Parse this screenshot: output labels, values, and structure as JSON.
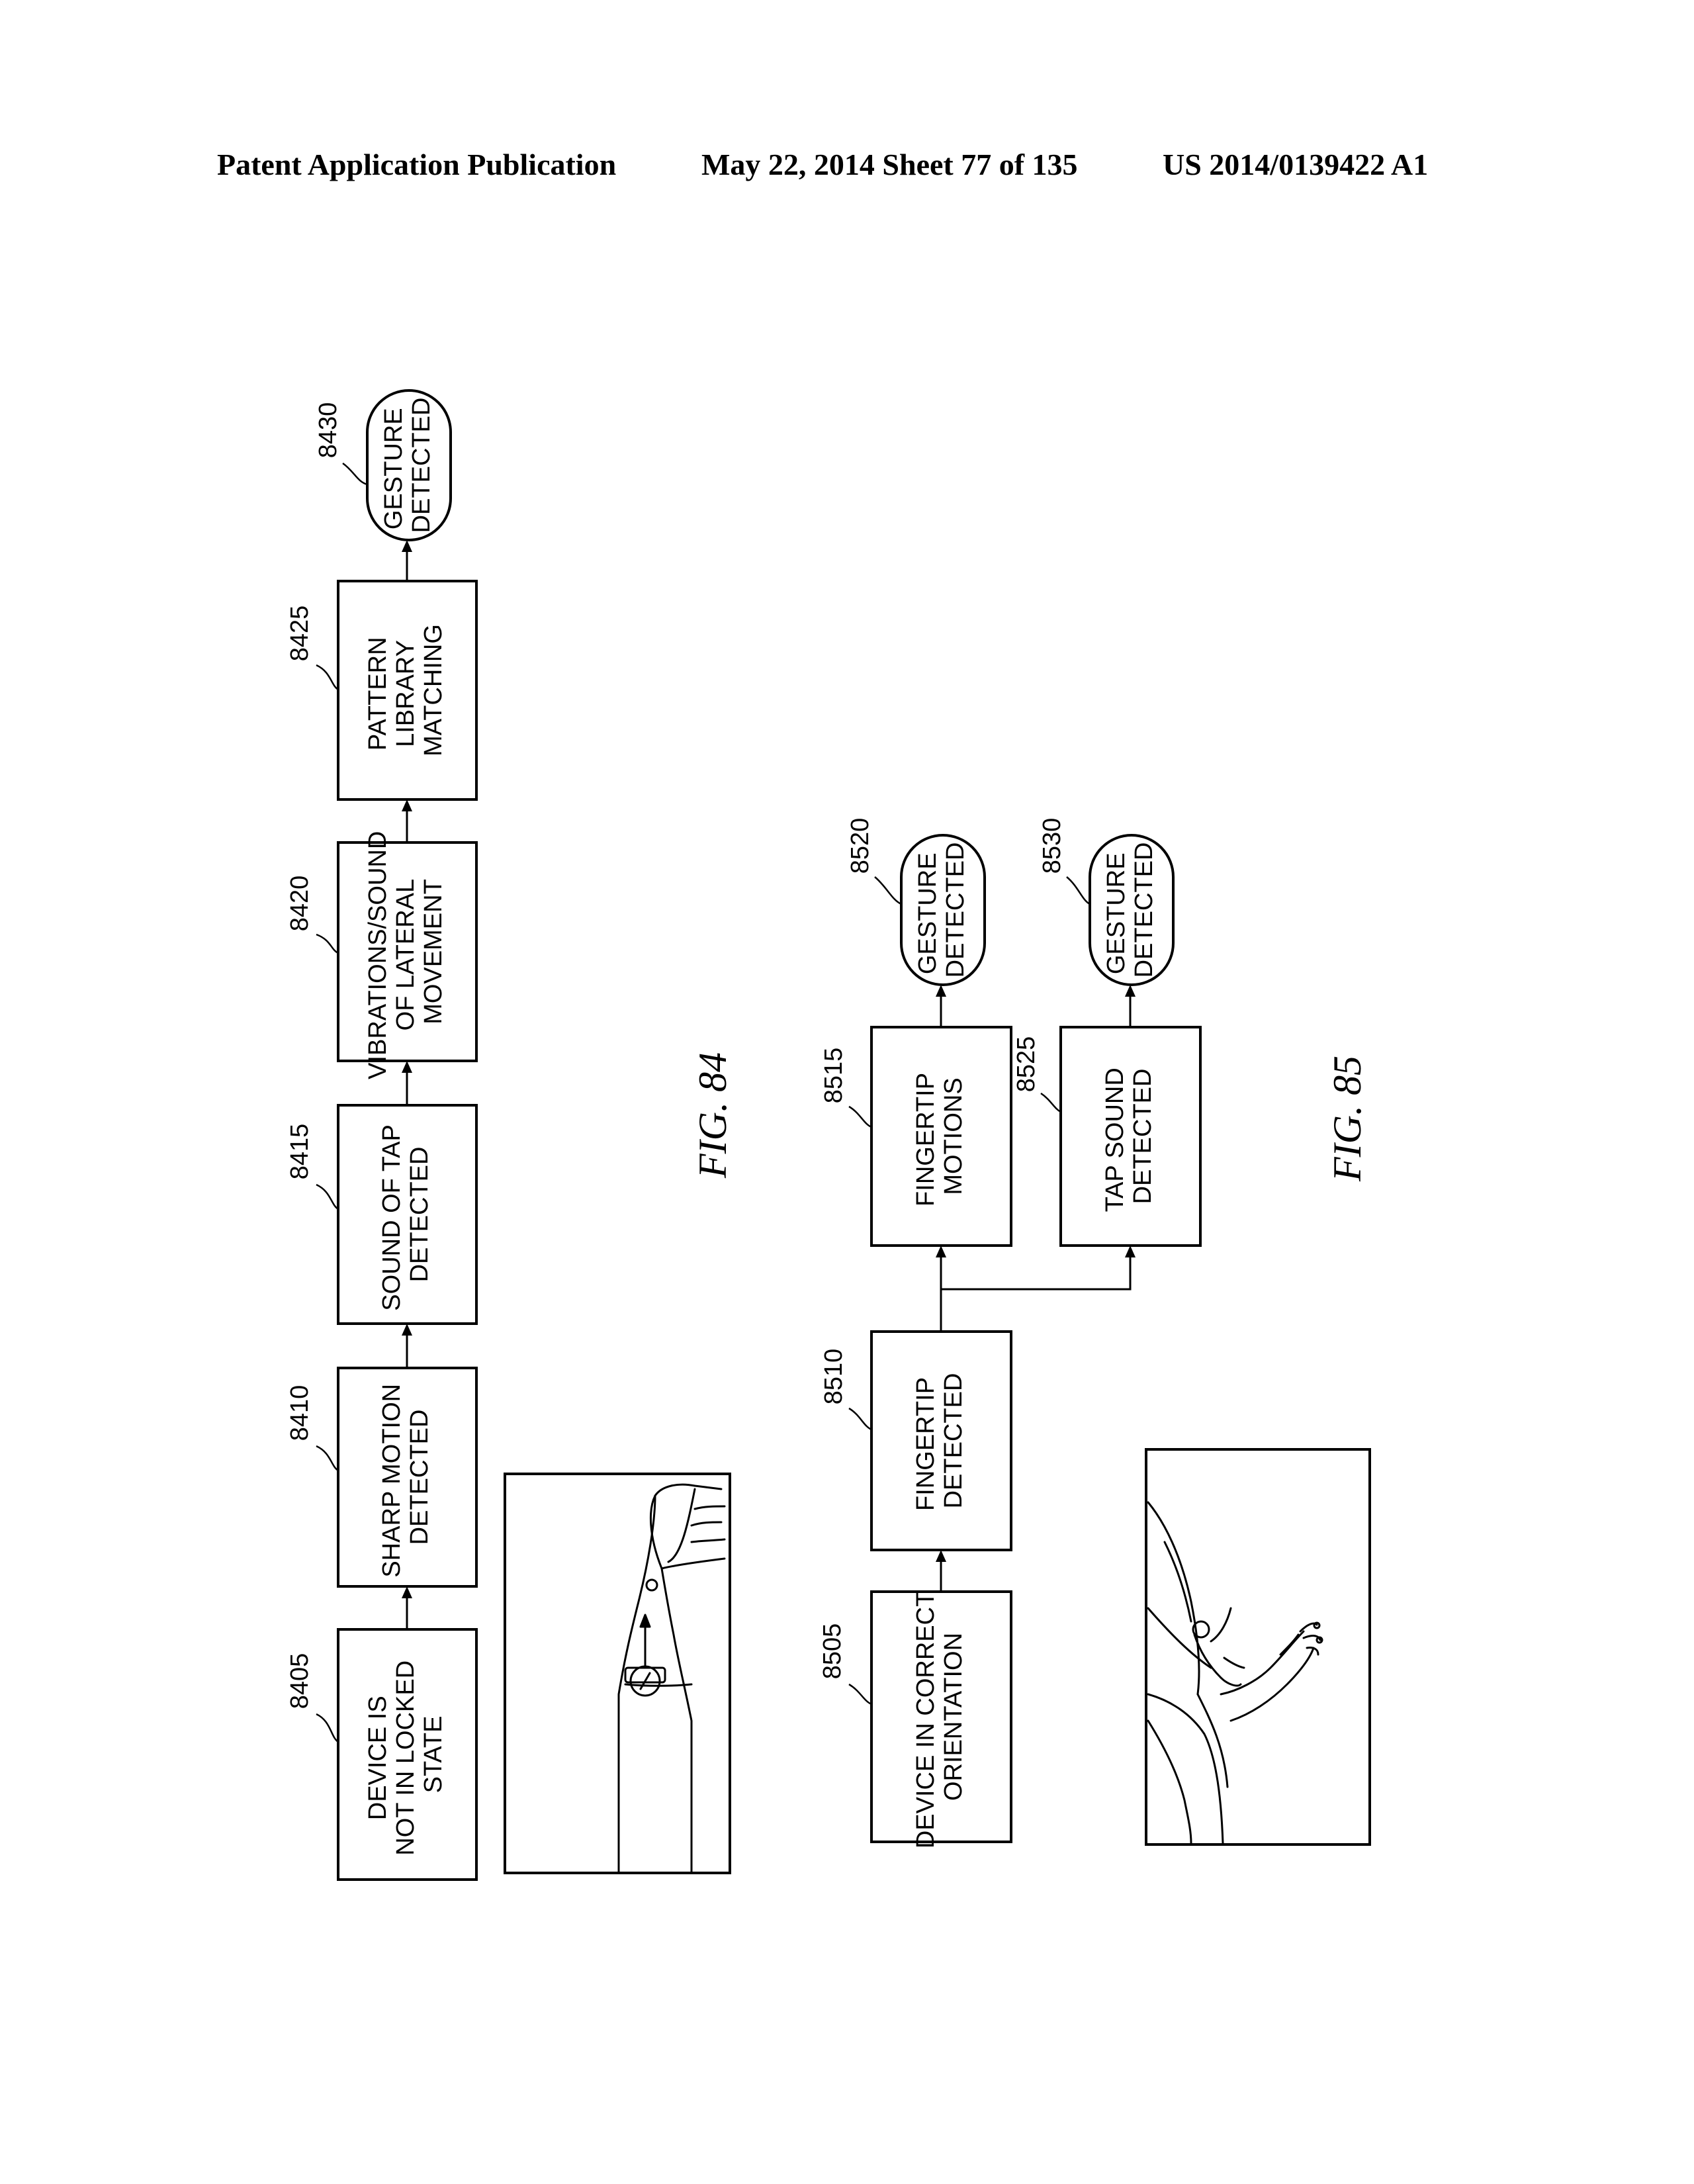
{
  "header": {
    "left": "Patent Application Publication",
    "date_sheet": "May 22, 2014  Sheet 77 of 135",
    "pub_number": "US 2014/0139422 A1"
  },
  "fig84": {
    "caption": "FIG.  84",
    "steps": [
      {
        "ref": "8405",
        "lines": [
          "DEVICE IS",
          "NOT IN LOCKED",
          "STATE"
        ]
      },
      {
        "ref": "8410",
        "lines": [
          "SHARP MOTION",
          "DETECTED"
        ]
      },
      {
        "ref": "8415",
        "lines": [
          "SOUND OF TAP",
          "DETECTED"
        ]
      },
      {
        "ref": "8420",
        "lines": [
          "VIBRATIONS/SOUND",
          "OF LATERAL",
          "MOVEMENT"
        ]
      },
      {
        "ref": "8425",
        "lines": [
          "PATTERN",
          "LIBRARY",
          "MATCHING"
        ]
      }
    ],
    "terminal": {
      "ref": "8430",
      "lines": [
        "GESTURE",
        "DETECTED"
      ]
    }
  },
  "fig85": {
    "caption": "FIG.  85",
    "steps": [
      {
        "ref": "8505",
        "lines": [
          "DEVICE IN CORRECT",
          "ORIENTATION"
        ]
      },
      {
        "ref": "8510",
        "lines": [
          "FINGERTIP",
          "DETECTED"
        ]
      },
      {
        "ref": "8515",
        "lines": [
          "FINGERTIP",
          "MOTIONS"
        ]
      },
      {
        "ref": "8525",
        "lines": [
          "TAP SOUND",
          "DETECTED"
        ]
      }
    ],
    "terminals": [
      {
        "ref": "8520",
        "lines": [
          "GESTURE",
          "DETECTED"
        ]
      },
      {
        "ref": "8530",
        "lines": [
          "GESTURE",
          "DETECTED"
        ]
      }
    ]
  }
}
